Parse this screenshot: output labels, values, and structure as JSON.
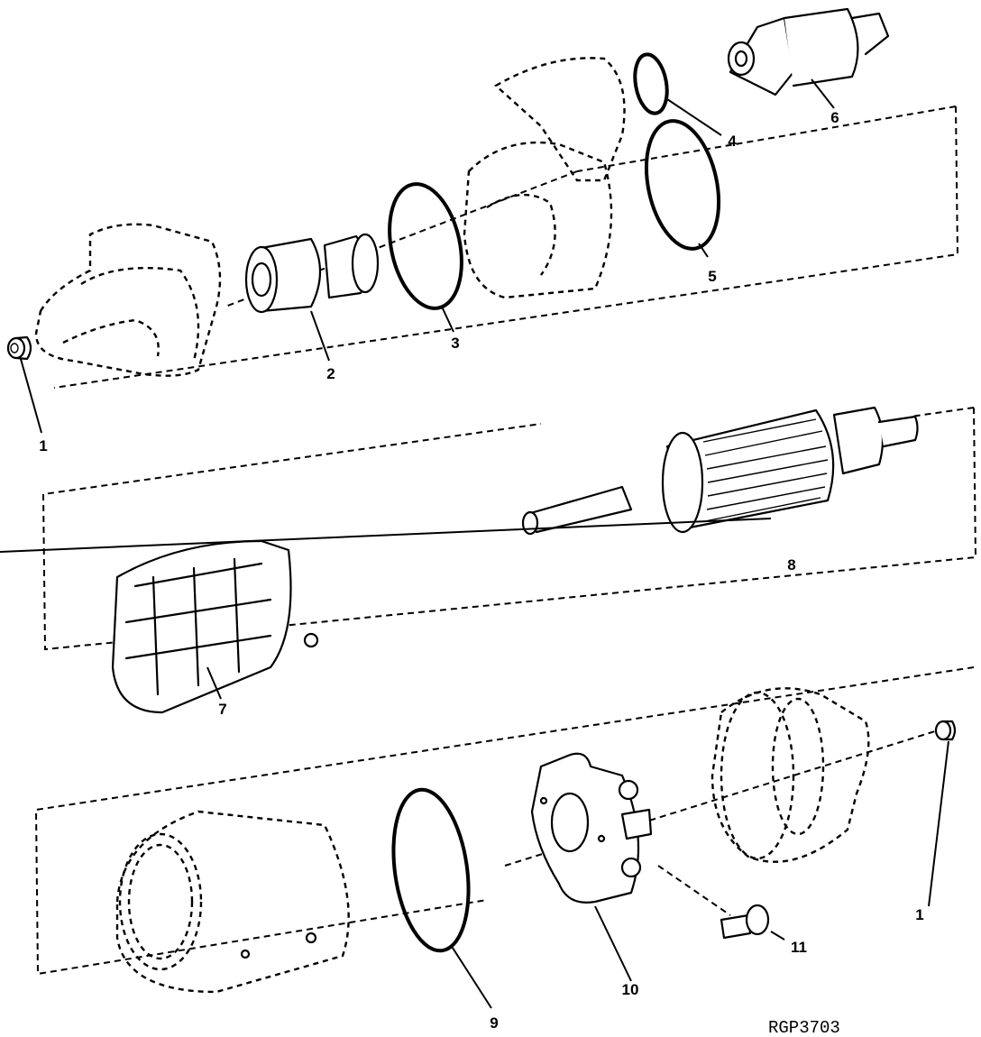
{
  "diagram": {
    "type": "exploded-parts-view",
    "subject": "starter motor",
    "reference_code": "RGP3703",
    "callouts": [
      {
        "id": "1a",
        "label": "1",
        "part": "bushing (drive end)"
      },
      {
        "id": "2",
        "label": "2",
        "part": "drive pinion / clutch"
      },
      {
        "id": "3",
        "label": "3",
        "part": "o-ring"
      },
      {
        "id": "4",
        "label": "4",
        "part": "small o-ring"
      },
      {
        "id": "5",
        "label": "5",
        "part": "o-ring"
      },
      {
        "id": "6",
        "label": "6",
        "part": "solenoid"
      },
      {
        "id": "7",
        "label": "7",
        "part": "field coil assembly"
      },
      {
        "id": "8",
        "label": "8",
        "part": "armature"
      },
      {
        "id": "9",
        "label": "9",
        "part": "o-ring"
      },
      {
        "id": "10",
        "label": "10",
        "part": "brush plate"
      },
      {
        "id": "11",
        "label": "11",
        "part": "brush"
      },
      {
        "id": "1b",
        "label": "1",
        "part": "bushing (commutator end)"
      }
    ]
  }
}
